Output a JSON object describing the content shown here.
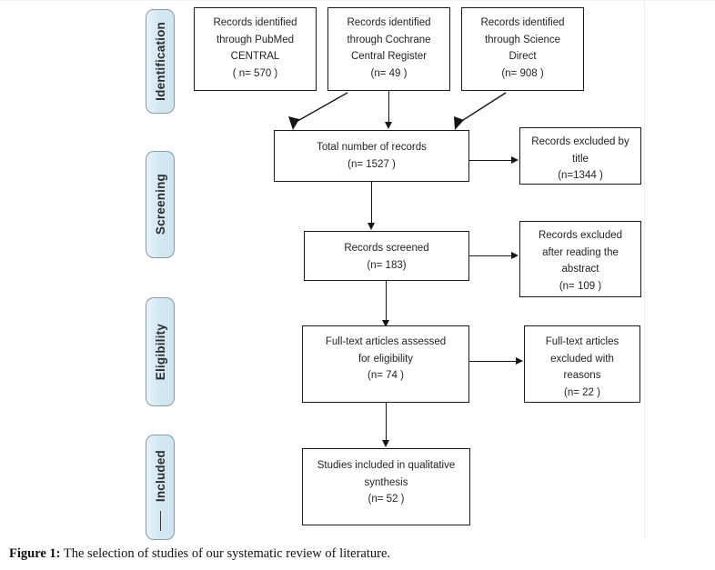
{
  "figure": {
    "caption_label": "Figure 1:",
    "caption_text": " The selection of studies of our systematic review of literature."
  },
  "colors": {
    "stage_tab_fill": "#d4e8f2",
    "stage_tab_border": "#8a9aa6",
    "box_border": "#1b1b1b",
    "connector": "#151515",
    "text": "#231f20",
    "page_background": "#ffffff"
  },
  "stages": [
    {
      "id": "identification",
      "label": "Identification"
    },
    {
      "id": "screening",
      "label": "Screening"
    },
    {
      "id": "eligibility",
      "label": "Eligibility"
    },
    {
      "id": "included",
      "label": "Included"
    }
  ],
  "chart_data": {
    "type": "diagram",
    "diagram_kind": "PRISMA flow diagram",
    "title": "The selection of studies of our systematic review of literature.",
    "stages": [
      "Identification",
      "Screening",
      "Eligibility",
      "Included"
    ],
    "nodes": [
      {
        "id": "pubmed",
        "stage": "Identification",
        "label": "Records identified through PubMed CENTRAL",
        "count": 570,
        "count_text": "( n= 570 )"
      },
      {
        "id": "cochrane",
        "stage": "Identification",
        "label": "Records identified through Cochrane Central Register",
        "count": 49,
        "count_text": "(n= 49 )"
      },
      {
        "id": "sciencedirect",
        "stage": "Identification",
        "label": "Records identified through Science Direct",
        "count": 908,
        "count_text": "(n= 908 )"
      },
      {
        "id": "total",
        "stage": "Screening",
        "label": "Total number of records",
        "count": 1527,
        "count_text": "(n= 1527 )"
      },
      {
        "id": "excl_title",
        "stage": "Screening",
        "label": "Records excluded by title",
        "count": 1344,
        "count_text": "(n=1344 )"
      },
      {
        "id": "screened",
        "stage": "Screening",
        "label": "Records screened",
        "count": 183,
        "count_text": "(n= 183)"
      },
      {
        "id": "excl_abstract",
        "stage": "Screening",
        "label": "Records excluded after reading the abstract",
        "count": 109,
        "count_text": "(n= 109 )"
      },
      {
        "id": "fulltext",
        "stage": "Eligibility",
        "label": "Full-text articles assessed for eligibility",
        "count": 74,
        "count_text": "(n= 74 )"
      },
      {
        "id": "excl_reasons",
        "stage": "Eligibility",
        "label": "Full-text articles excluded with reasons",
        "count": 22,
        "count_text": "(n= 22 )"
      },
      {
        "id": "included",
        "stage": "Included",
        "label": "Studies included in qualitative synthesis",
        "count": 52,
        "count_text": "(n= 52 )"
      }
    ],
    "edges": [
      {
        "from": "pubmed",
        "to": "total"
      },
      {
        "from": "cochrane",
        "to": "total"
      },
      {
        "from": "sciencedirect",
        "to": "total"
      },
      {
        "from": "total",
        "to": "excl_title"
      },
      {
        "from": "total",
        "to": "screened"
      },
      {
        "from": "screened",
        "to": "excl_abstract"
      },
      {
        "from": "screened",
        "to": "fulltext"
      },
      {
        "from": "fulltext",
        "to": "excl_reasons"
      },
      {
        "from": "fulltext",
        "to": "included"
      }
    ]
  },
  "boxes": {
    "pubmed": {
      "l1": "Records identified",
      "l2": "through PubMed",
      "l3": "CENTRAL",
      "l4": "( n= 570 )"
    },
    "cochrane": {
      "l1": "Records identified",
      "l2": "through Cochrane",
      "l3": "Central Register",
      "l4": "(n= 49 )"
    },
    "sciencedirect": {
      "l1": "Records identified",
      "l2": "through Science",
      "l3": "Direct",
      "l4": "(n= 908 )"
    },
    "total": {
      "l1": "Total number of records",
      "l2": "(n= 1527 )"
    },
    "excl_title": {
      "l1": "Records excluded by",
      "l2": "title",
      "l3": "(n=1344 )"
    },
    "screened": {
      "l1": "Records screened",
      "l2": "(n= 183)"
    },
    "excl_abstract": {
      "l1": "Records excluded",
      "l2": "after reading the",
      "l3": "abstract",
      "l4": "(n= 109 )"
    },
    "fulltext": {
      "l1": "Full-text articles assessed",
      "l2": "for eligibility",
      "l3": "(n= 74 )"
    },
    "excl_reasons": {
      "l1": "Full-text articles",
      "l2": "excluded with",
      "l3": "reasons",
      "l4": "(n= 22 )"
    },
    "included": {
      "l1": "Studies included in qualitative",
      "l2": "synthesis",
      "l3": "(n= 52 )"
    }
  }
}
